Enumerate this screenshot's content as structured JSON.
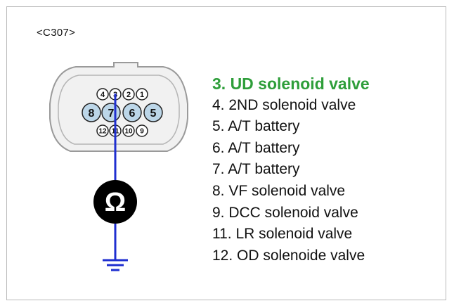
{
  "connector_id": "<C307>",
  "meter_symbol": "Ω",
  "pins": {
    "top_row": [
      "4",
      "3",
      "2",
      "1"
    ],
    "middle_row": [
      "8",
      "7",
      "6",
      "5"
    ],
    "bottom_row": [
      "12",
      "11",
      "10",
      "9"
    ]
  },
  "colors": {
    "highlight": "#2e9e3a",
    "probe_wire": "#1f2fd0",
    "pin_fill": "#bcd6e8",
    "meter": "#000000"
  },
  "pin_list": [
    {
      "label": "3. UD solenoid valve",
      "highlight": true
    },
    {
      "label": "4. 2ND solenoid valve",
      "highlight": false
    },
    {
      "label": "5. A/T battery",
      "highlight": false
    },
    {
      "label": "6. A/T battery",
      "highlight": false
    },
    {
      "label": "7. A/T battery",
      "highlight": false
    },
    {
      "label": "8. VF solenoid valve",
      "highlight": false
    },
    {
      "label": "9. DCC solenoid valve",
      "highlight": false
    },
    {
      "label": "11. LR solenoid valve",
      "highlight": false
    },
    {
      "label": "12. OD solenoide valve",
      "highlight": false
    }
  ]
}
